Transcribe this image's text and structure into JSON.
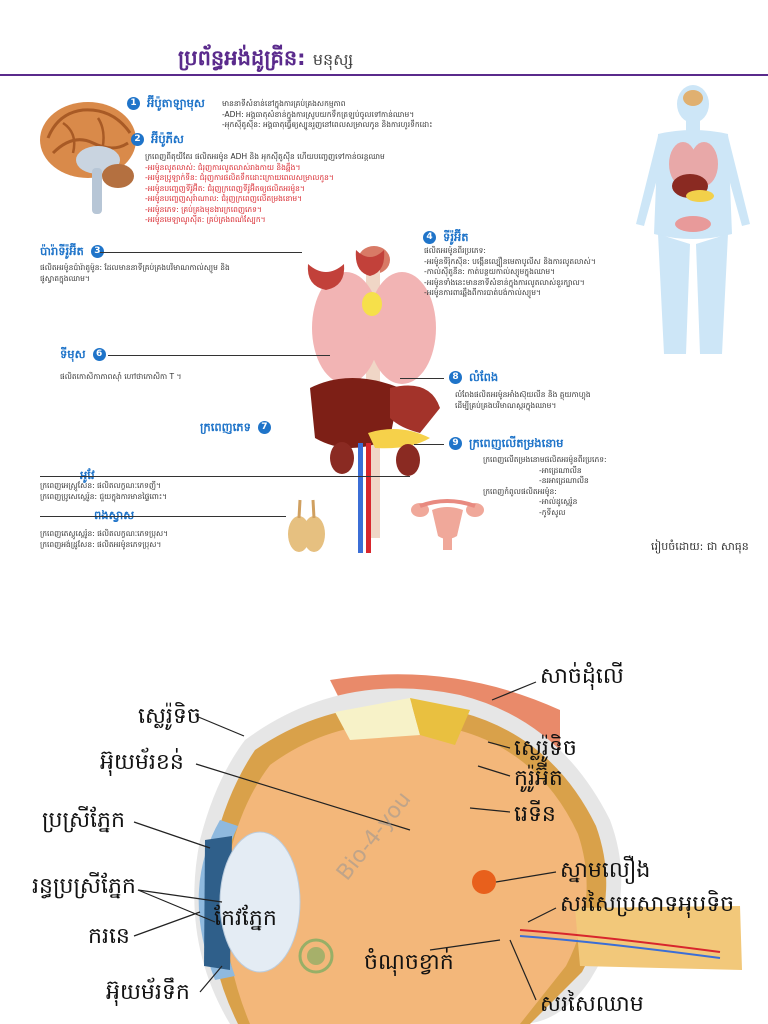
{
  "title": "ប្រព័ន្ធអង់ដូគ្រីន:",
  "title_sub": "មនុស្ស",
  "credit": "រៀបចំដោយ: ជា សាធុន",
  "watermark": "Bio-4-you",
  "colors": {
    "title": "#5a2a8c",
    "heading": "#1f74c9",
    "accent_red": "#d8262d"
  },
  "sections": {
    "hypothalamus": {
      "num": "1",
      "label": "អ៊ីប៉ូតាឡាមុស",
      "lines": [
        "មាននាទីសំខាន់នៅក្នុងការគ្រប់គ្រងសកម្មភាព",
        "-ADH: អង្គធាតុសំខាន់ក្នុងការស្រូបយកទឹកត្រឡប់ចូលទៅកាន់ឈាម។",
        "-អុកស៊ីតូស៊ីន: អង្គធាតុធ្វើឲ្យស្បូនរួញនៅពេលសម្រាលកូន និងការហូរទឹកដោះ"
      ]
    },
    "pituitary": {
      "num": "2",
      "label": "អ៊ីប៉ូភីស",
      "lines": [
        "ក្រពេញពីតុយីតែរ ផលិតអរម៉ូន ADH និង អុកស៊ីតូស៊ីន ហើយបញ្ចេញទៅកាន់ចរន្តឈាម",
        "-អរម៉ូនលូតលាស់: ជំរុញការលូតលាស់រាងកាយ និងឆ្អឹង។",
        "-អរម៉ូនប្រូឡាក់ទីន: ជំរុញការផលិតទឹកដោះក្រោយពេលសម្រាលកូន។",
        "-អរម៉ូនបញ្ចេញទីរ៉ូអ៊ីត: ជំរុញក្រពេញទីរ៉ូអ៊ីតឲ្យផលិតអរម៉ូន។",
        "-អរម៉ូនបញ្ចេញសុរ៉ាណាល: ជំរុញក្រពេញលើតម្រងនោម។",
        "-អរម៉ូនភេទ: គ្រប់គ្រងមុខងារក្រពេញភេទ។",
        "-អរម៉ូនមេឡាណូស៊ីត: គ្រប់គ្រងពណ៌ស្បែក។"
      ]
    },
    "parathyroid": {
      "num": "3",
      "label": "ប៉ារ៉ាទីរ៉ូអ៊ីត",
      "lines": [
        "ផលិតអរម៉ូនប៉ារ៉ាតូម៉ូន: ដែលមាននាទីគ្រប់គ្រងបរិមាណកាល់ស្យូម និង",
        "ផូស្វាតក្នុងឈាម។"
      ]
    },
    "thyroid": {
      "num": "4",
      "label": "ទីរ៉ូអ៊ីត",
      "lines": [
        "ផលិតអរម៉ូនពីរប្រភេទ:",
        "-អរម៉ូនទីរ៉ុកស៊ីន: បង្កើនល្បឿនមេតាបូលីស និងការលូតលាស់។",
        "-កាល់ស៊ីតូនីន: កាត់បន្ថយកាល់ស្យូមក្នុងឈាម។",
        "-អរម៉ូនទាំងនេះមាននាទីសំខាន់ក្នុងការលូតលាស់ខួរក្បាល។",
        "-អរម៉ូនការពារឆ្អឹងពីការបាត់បង់កាល់ស្យូម។"
      ]
    },
    "thymus": {
      "num": "6",
      "label": "ទីមុស",
      "lines": [
        "ផលិតកោសិកាភាពស៊ាំ ហៅថាកោសិកា T ។"
      ]
    },
    "pancreas": {
      "num": "8",
      "label": "លំពែង",
      "lines": [
        "លំពែងផលិតអរម៉ូនអាំងស៊ុយលីន និង គ្លុយកាហ្គុង",
        "ដើម្បីគ្រប់គ្រងបរិមាណស្ករក្នុងឈាម។"
      ]
    },
    "adrenal": {
      "num": "9",
      "label": "ក្រពេញលើតម្រងនោម",
      "lines": [
        "ក្រពេញលើតម្រងនោមផលិតអរម៉ូនពីរប្រភេទ:",
        "-អាដ្រេណាលីន",
        "-នរអាដ្រេណាលីន",
        "ក្រពេញកំពូលផលិតអរម៉ូន:",
        "-អាល់ដូស្តេរ៉ូន",
        "-កូទីសូល"
      ]
    },
    "gonads": {
      "num": "7",
      "label": "ក្រពេញភេទ"
    },
    "ovary": {
      "label": "អូវែ",
      "lines": [
        "ក្រពេញអេស្ត្រូសែន: ផលិតលក្ខណៈភេទញី។",
        "ក្រពេញប្រូសេស្តេរ៉ូន: ជួយក្នុងការមានផ្ទៃពោះ។"
      ]
    },
    "testis": {
      "label": "ពងស្វាស",
      "lines": [
        "ក្រពេញតេស្តូស្តេរ៉ូន: ផលិតលក្ខណៈភេទប្រុស។",
        "ក្រពេញអង់ដ្រូសែន: ផលិតអរម៉ូនភេទប្រុស។"
      ]
    }
  },
  "eye_labels": {
    "sclera_left": "ស្លេរ៉ូទិច",
    "aqueous_humor": "អ៊ុយម័រខន់",
    "iris": "ប្រស្រីភ្នែក",
    "pupil": "រន្ធប្រស្រីភ្នែក",
    "cornea": "ករនេ",
    "vitreous": "អ៊ុយម័រទឹក",
    "lens": "កែវភ្នែក",
    "muscle": "សាច់ដុំលើ",
    "sclera_right": "ស្លេរ៉ូទិច",
    "choroid": "កូរ៉ូអ៊ីត",
    "retina": "រេទីន",
    "fovea": "ស្នាមលឿង",
    "optic_nerve": "សរសៃប្រសាទអុបទិច",
    "blind_spot": "ចំណុចខ្វាក់",
    "blood_vessel": "សរសៃឈាម"
  }
}
